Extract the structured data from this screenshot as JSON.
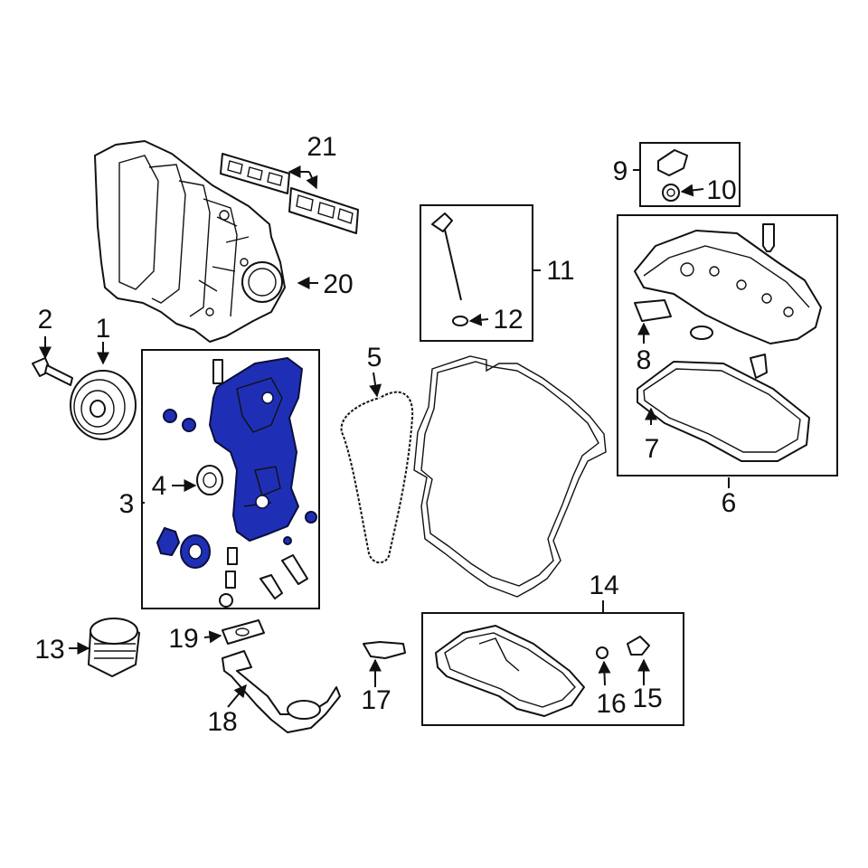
{
  "colors": {
    "highlight": "#1f2fb5",
    "line": "#111111",
    "background": "#ffffff"
  },
  "callouts": {
    "c1": "1",
    "c2": "2",
    "c3": "3",
    "c4": "4",
    "c5": "5",
    "c6": "6",
    "c7": "7",
    "c8": "8",
    "c9": "9",
    "c10": "10",
    "c11": "11",
    "c12": "12",
    "c13": "13",
    "c14": "14",
    "c15": "15",
    "c16": "16",
    "c17": "17",
    "c18": "18",
    "c19": "19",
    "c20": "20",
    "c21": "21"
  }
}
